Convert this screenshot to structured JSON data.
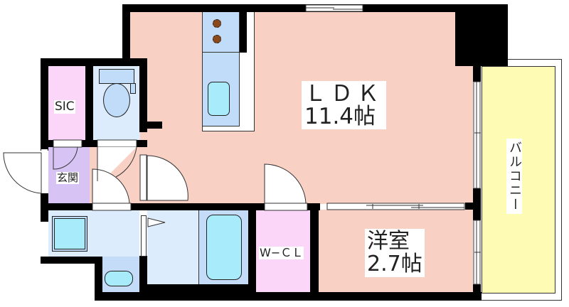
{
  "floorplan": {
    "rooms": {
      "ldk": {
        "name": "ＬＤＫ",
        "size": "11.4帖",
        "color": "#f8d0c4"
      },
      "western": {
        "name": "洋室",
        "size": "2.7帖",
        "color": "#f8d0c4"
      },
      "sic": {
        "name": "SIC",
        "color": "#fcd6f8"
      },
      "entrance": {
        "name": "玄関",
        "color": "#d8c4f4"
      },
      "wcl": {
        "name": "W−ＣＬ",
        "color": "#fcd6f8"
      },
      "balcony": {
        "name": "バルコニー",
        "color": "#fefcb4"
      },
      "toilet": {
        "color": "#dcecfc"
      },
      "washroom": {
        "color": "#dcecfc"
      },
      "bathroom": {
        "color": "#c4dcf8"
      },
      "kitchen": {
        "color": "#c0dcf8"
      }
    },
    "colors": {
      "wall": "#000000",
      "fixture": "#a8ecfc",
      "stove_burner": "#8a4a1c"
    }
  }
}
